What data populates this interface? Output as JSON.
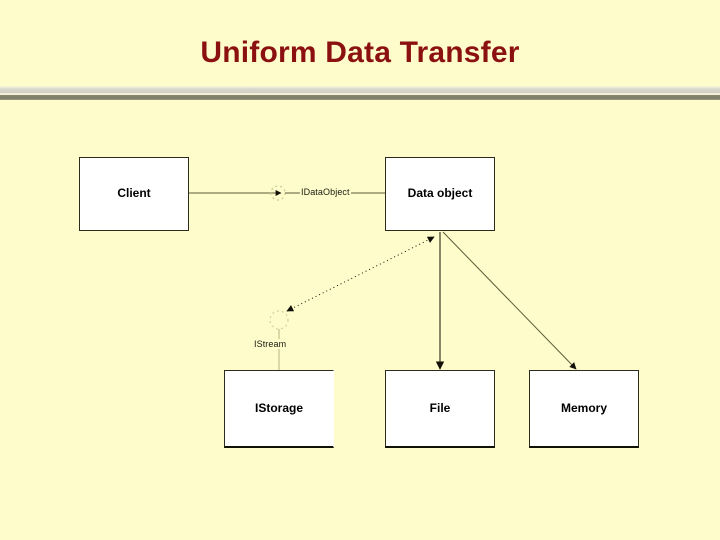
{
  "slide": {
    "title": "Uniform Data Transfer",
    "background_color": "#FFFCCC",
    "title_color": "#8B1111"
  },
  "diagram": {
    "type": "uml-component-diagram",
    "nodes": [
      {
        "id": "client",
        "label": "Client"
      },
      {
        "id": "data-object",
        "label": "Data object"
      },
      {
        "id": "istorage",
        "label": "IStorage"
      },
      {
        "id": "file",
        "label": "File"
      },
      {
        "id": "memory",
        "label": "Memory"
      }
    ],
    "interfaces": [
      {
        "id": "idataobject",
        "label": "IDataObject"
      },
      {
        "id": "istream",
        "label": "IStream"
      }
    ],
    "connections": [
      {
        "from": "client",
        "to": "idataobject",
        "style": "solid",
        "arrow": "to-interface"
      },
      {
        "from": "idataobject",
        "to": "data-object",
        "style": "solid",
        "arrow": "none"
      },
      {
        "from": "istream",
        "to": "data-object",
        "style": "dotted",
        "arrow": "bidirectional"
      },
      {
        "from": "istream",
        "to": "istorage",
        "style": "solid",
        "arrow": "none"
      },
      {
        "from": "data-object",
        "to": "file",
        "style": "solid",
        "arrow": "to-target"
      },
      {
        "from": "data-object",
        "to": "memory",
        "style": "solid",
        "arrow": "to-target"
      }
    ]
  }
}
